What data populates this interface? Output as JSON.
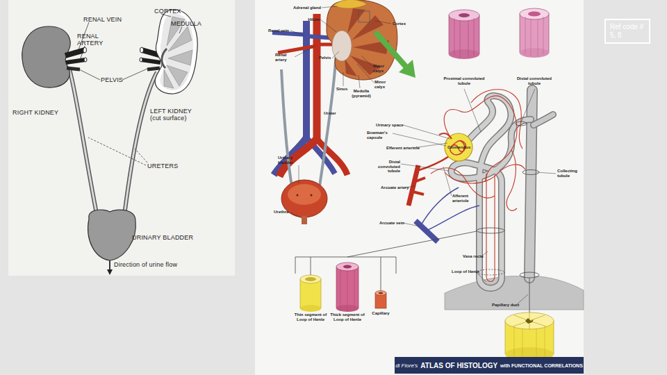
{
  "diagram": {
    "nodes": [
      {
        "text": [
          "Ref code # 5, 8"
        ]
      },
      {
        "text": [
          "di Fiore's",
          "ATLAS OF HISTOLOGY",
          "with FUNCTIONAL CORRELATIONS"
        ]
      }
    ],
    "labels": [
      "RENAL VEIN",
      "CORTEX",
      "MEDULLA",
      "RENAL ARTERY",
      "PELVIS",
      "RIGHT KIDNEY",
      "LEFT KIDNEY (cut surface)",
      "URETERS",
      "URINARY BLADDER",
      "Direction of urine flow",
      "Adrenal gland",
      "Hilum",
      "Cortex",
      "Renal vein",
      "Renal artery",
      "Pelvis",
      "Major calyx",
      "Minor calyx",
      "Sinus",
      "Medulla (pyramid)",
      "Ureter",
      "Urinary bladder",
      "Urethra",
      "Proximal convoluted tubule",
      "Distal convoluted tubule",
      "Urinary space",
      "Bowman's capsule",
      "Glomerulus",
      "Efferent arteriole",
      "Distal convoluted tubule",
      "Collecting tubule",
      "Arcuate artery",
      "Afferent arteriole",
      "Arcuate vein",
      "Vasa recta",
      "Loop of Henle",
      "Papillary duct",
      "Thin segment of Loop of Henle",
      "Thick segment of Loop of Henle",
      "Capillary"
    ]
  }
}
